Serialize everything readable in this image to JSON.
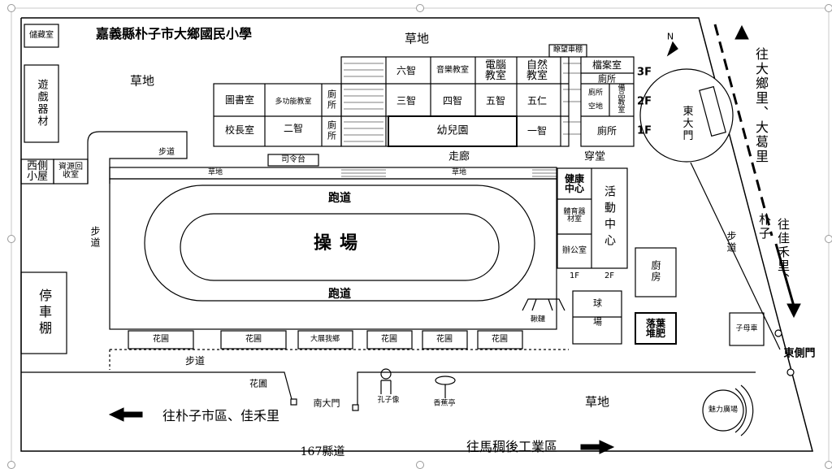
{
  "title": "嘉義縣朴子市大鄉國民小學",
  "compass_north": "N",
  "grass": {
    "top": "草地",
    "topleft": "草地",
    "bottom": "草地"
  },
  "rooms": {
    "storage": "儲藏室",
    "game_equipment": "遊戲器材",
    "west_hut": "西側小屋",
    "recycle": "資源回收室",
    "library": "圖書室",
    "multipurpose": "多功能教室",
    "principal": "校長室",
    "toilet": "廁所",
    "six_zhi": "六智",
    "music": "音樂教室",
    "computer": "電腦教室",
    "science": "自然教室",
    "three_zhi": "三智",
    "four_zhi": "四智",
    "five_zhi": "五智",
    "five_ren": "五仁",
    "two_zhi": "二智",
    "kindergarten": "幼兒園",
    "one_zhi": "一智",
    "archive": "檔案室",
    "empty": "空地",
    "prep_room": "備品教室",
    "stage": "司令台",
    "health": "健康中心",
    "pe_equipment": "體育器材室",
    "office": "辦公室",
    "activity": "活動中心",
    "kitchen": "廚房",
    "compost": "落葉堆肥",
    "road_tower": "瞭望車棚",
    "mother_car": "子母車",
    "charm_plaza": "魅力廣場"
  },
  "floors": {
    "f3": "3F",
    "f2": "2F",
    "f1": "1F",
    "act_1f": "1F",
    "act_2f": "2F"
  },
  "paths": {
    "sidewalk": "步道",
    "corridor": "走廊",
    "hall": "穿堂",
    "grass_strip": "草地",
    "track": "跑道",
    "playground": "操場",
    "court": "球場",
    "swing": "鞦韆"
  },
  "gardens": {
    "garden": "花圃",
    "daxiang": "大展我鄉"
  },
  "gates": {
    "east": "東大門",
    "south": "南大門",
    "east_side": "東側門"
  },
  "statues": {
    "confucius": "孔子像",
    "fragrance": "香蕉亭"
  },
  "directions": {
    "north_east": "往大鄉里、大葛里",
    "puzi_label": "朴子",
    "jiahe": "往佳禾里、",
    "west": "往朴子市區、佳禾里",
    "east": "往馬稠後工業區",
    "road": "167縣道"
  }
}
